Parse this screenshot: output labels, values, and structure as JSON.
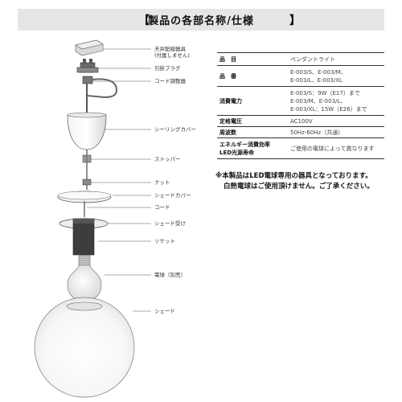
{
  "title": {
    "bracket_left": "【",
    "text": "製品の各部名称/仕様",
    "bracket_right": "】"
  },
  "parts": [
    {
      "id": "ceiling_box",
      "lines": [
        "天井配線器具",
        "(付属しません)"
      ]
    },
    {
      "id": "plug",
      "lines": [
        "引掛プラグ"
      ]
    },
    {
      "id": "cord_adjuster",
      "lines": [
        "コード調整器"
      ]
    },
    {
      "id": "ceiling_cover",
      "lines": [
        "シーリングカバー"
      ]
    },
    {
      "id": "stopper",
      "lines": [
        "ストッパー"
      ]
    },
    {
      "id": "nut",
      "lines": [
        "ナット"
      ]
    },
    {
      "id": "shade_cover",
      "lines": [
        "シェードカバー"
      ]
    },
    {
      "id": "cord",
      "lines": [
        "コード"
      ]
    },
    {
      "id": "shade_holder",
      "lines": [
        "シェード受け"
      ]
    },
    {
      "id": "socket",
      "lines": [
        "ソケット"
      ]
    },
    {
      "id": "bulb",
      "lines": [
        "電球（別売）"
      ]
    },
    {
      "id": "shade",
      "lines": [
        "シェード"
      ]
    }
  ],
  "spec": [
    {
      "key": "品　目",
      "value": [
        "ペンダントライト"
      ]
    },
    {
      "key": "品　番",
      "value": [
        "E-003/S、E-003/M、",
        "E-003/L、E-003/XL"
      ]
    },
    {
      "key": "消費電力",
      "value": [
        "E-003/S：9W（E17）まで",
        "E-003/M、E-003/L、",
        "E-003/XL：15W（E26）まで"
      ]
    },
    {
      "key": "定格電圧",
      "value": [
        "AC100V"
      ]
    },
    {
      "key": "周波数",
      "value": [
        "50Hz-60Hz（共通）"
      ]
    },
    {
      "key": "エネルギー消費効率\nLED光源寿命",
      "value": [
        "ご使用の電球によって異なります"
      ]
    }
  ],
  "notes": [
    "※本製品はLED電球専用の器具となっております。",
    "白熱電球はご使用頂けません。ご了承ください。"
  ]
}
